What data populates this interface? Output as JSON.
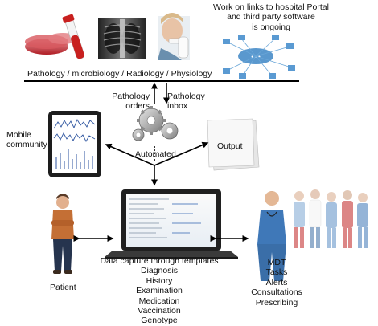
{
  "top_note": [
    "Work on links to hospital Portal",
    "and third party software",
    "is ongoing"
  ],
  "sources_label": "Pathology / microbiology / Radiology / Physiology",
  "pathology_orders": [
    "Pathology",
    "orders"
  ],
  "pathology_inbox": [
    "Pathology",
    "inbox"
  ],
  "mobile_community": [
    "Mobile",
    "community"
  ],
  "automated_label": "Automated",
  "output_label": "Output",
  "patient_label": "Patient",
  "data_capture": {
    "title": "Data capture through templates",
    "items": [
      "Diagnosis",
      "History",
      "Examination",
      "Medication",
      "Vaccination",
      "Genotype"
    ]
  },
  "care_team": [
    "MDT",
    "Tasks",
    "Alerts",
    "Consultations",
    "Prescribing"
  ],
  "colors": {
    "line": "#000000",
    "tube_red": "#c8201f",
    "scrub_blue": "#3f78b8",
    "network_blue": "#3d86c6"
  }
}
